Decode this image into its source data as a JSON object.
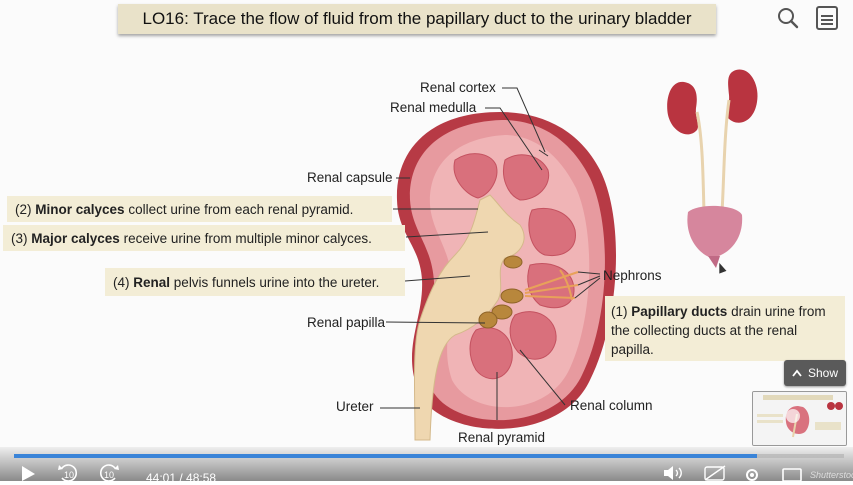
{
  "slide": {
    "title": "LO16: Trace the flow of fluid from the papillary duct to the urinary bladder",
    "labels": {
      "renal_cortex": "Renal cortex",
      "renal_medulla": "Renal medulla",
      "renal_capsule": "Renal capsule",
      "nephrons": "Nephrons",
      "renal_papilla": "Renal papilla",
      "ureter": "Ureter",
      "renal_column": "Renal column",
      "renal_pyramid": "Renal pyramid"
    },
    "callouts": {
      "minor": {
        "num": "(2)",
        "bold": "Minor calyces",
        "rest": "collect urine from each renal pyramid."
      },
      "major": {
        "num": "(3)",
        "bold": "Major calyces",
        "rest": "receive urine from multiple minor calyces."
      },
      "pelvis": {
        "num": "(4)",
        "bold": "Renal",
        "rest": "pelvis funnels urine into the ureter."
      },
      "papillary": {
        "num": "(1)",
        "bold": "Papillary ducts",
        "rest": "drain urine from the collecting ducts at the renal papilla."
      }
    }
  },
  "overlay": {
    "show_label": "Show",
    "icons": [
      "search-icon",
      "menu-icon",
      "chevron-up-icon"
    ]
  },
  "player": {
    "progress": 0.895,
    "time_display": "44:01 / 48:58",
    "rewind_label": "10",
    "forward_label": "10",
    "watermark": "Shutterstock",
    "colors": {
      "progress": "#3a84d8"
    }
  }
}
